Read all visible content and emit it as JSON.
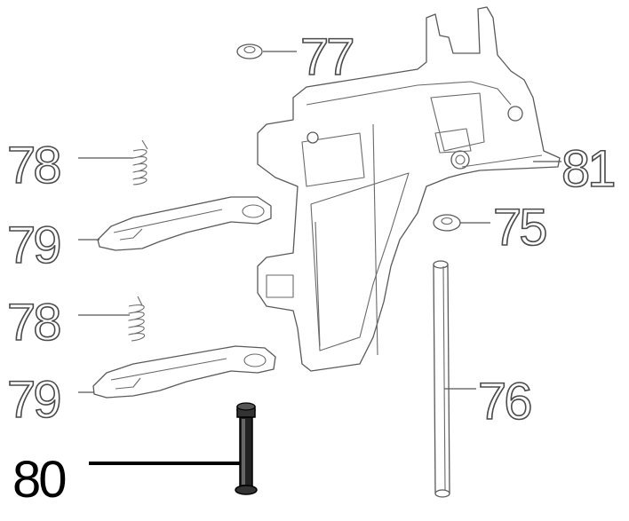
{
  "diagram": {
    "highlighted_part": "80",
    "callouts": [
      {
        "id": "c77",
        "label": "77"
      },
      {
        "id": "c78a",
        "label": "78"
      },
      {
        "id": "c79a",
        "label": "79"
      },
      {
        "id": "c78b",
        "label": "78"
      },
      {
        "id": "c79b",
        "label": "79"
      },
      {
        "id": "c80",
        "label": "80"
      },
      {
        "id": "c81",
        "label": "81"
      },
      {
        "id": "c75",
        "label": "75"
      },
      {
        "id": "c76",
        "label": "76"
      }
    ]
  }
}
